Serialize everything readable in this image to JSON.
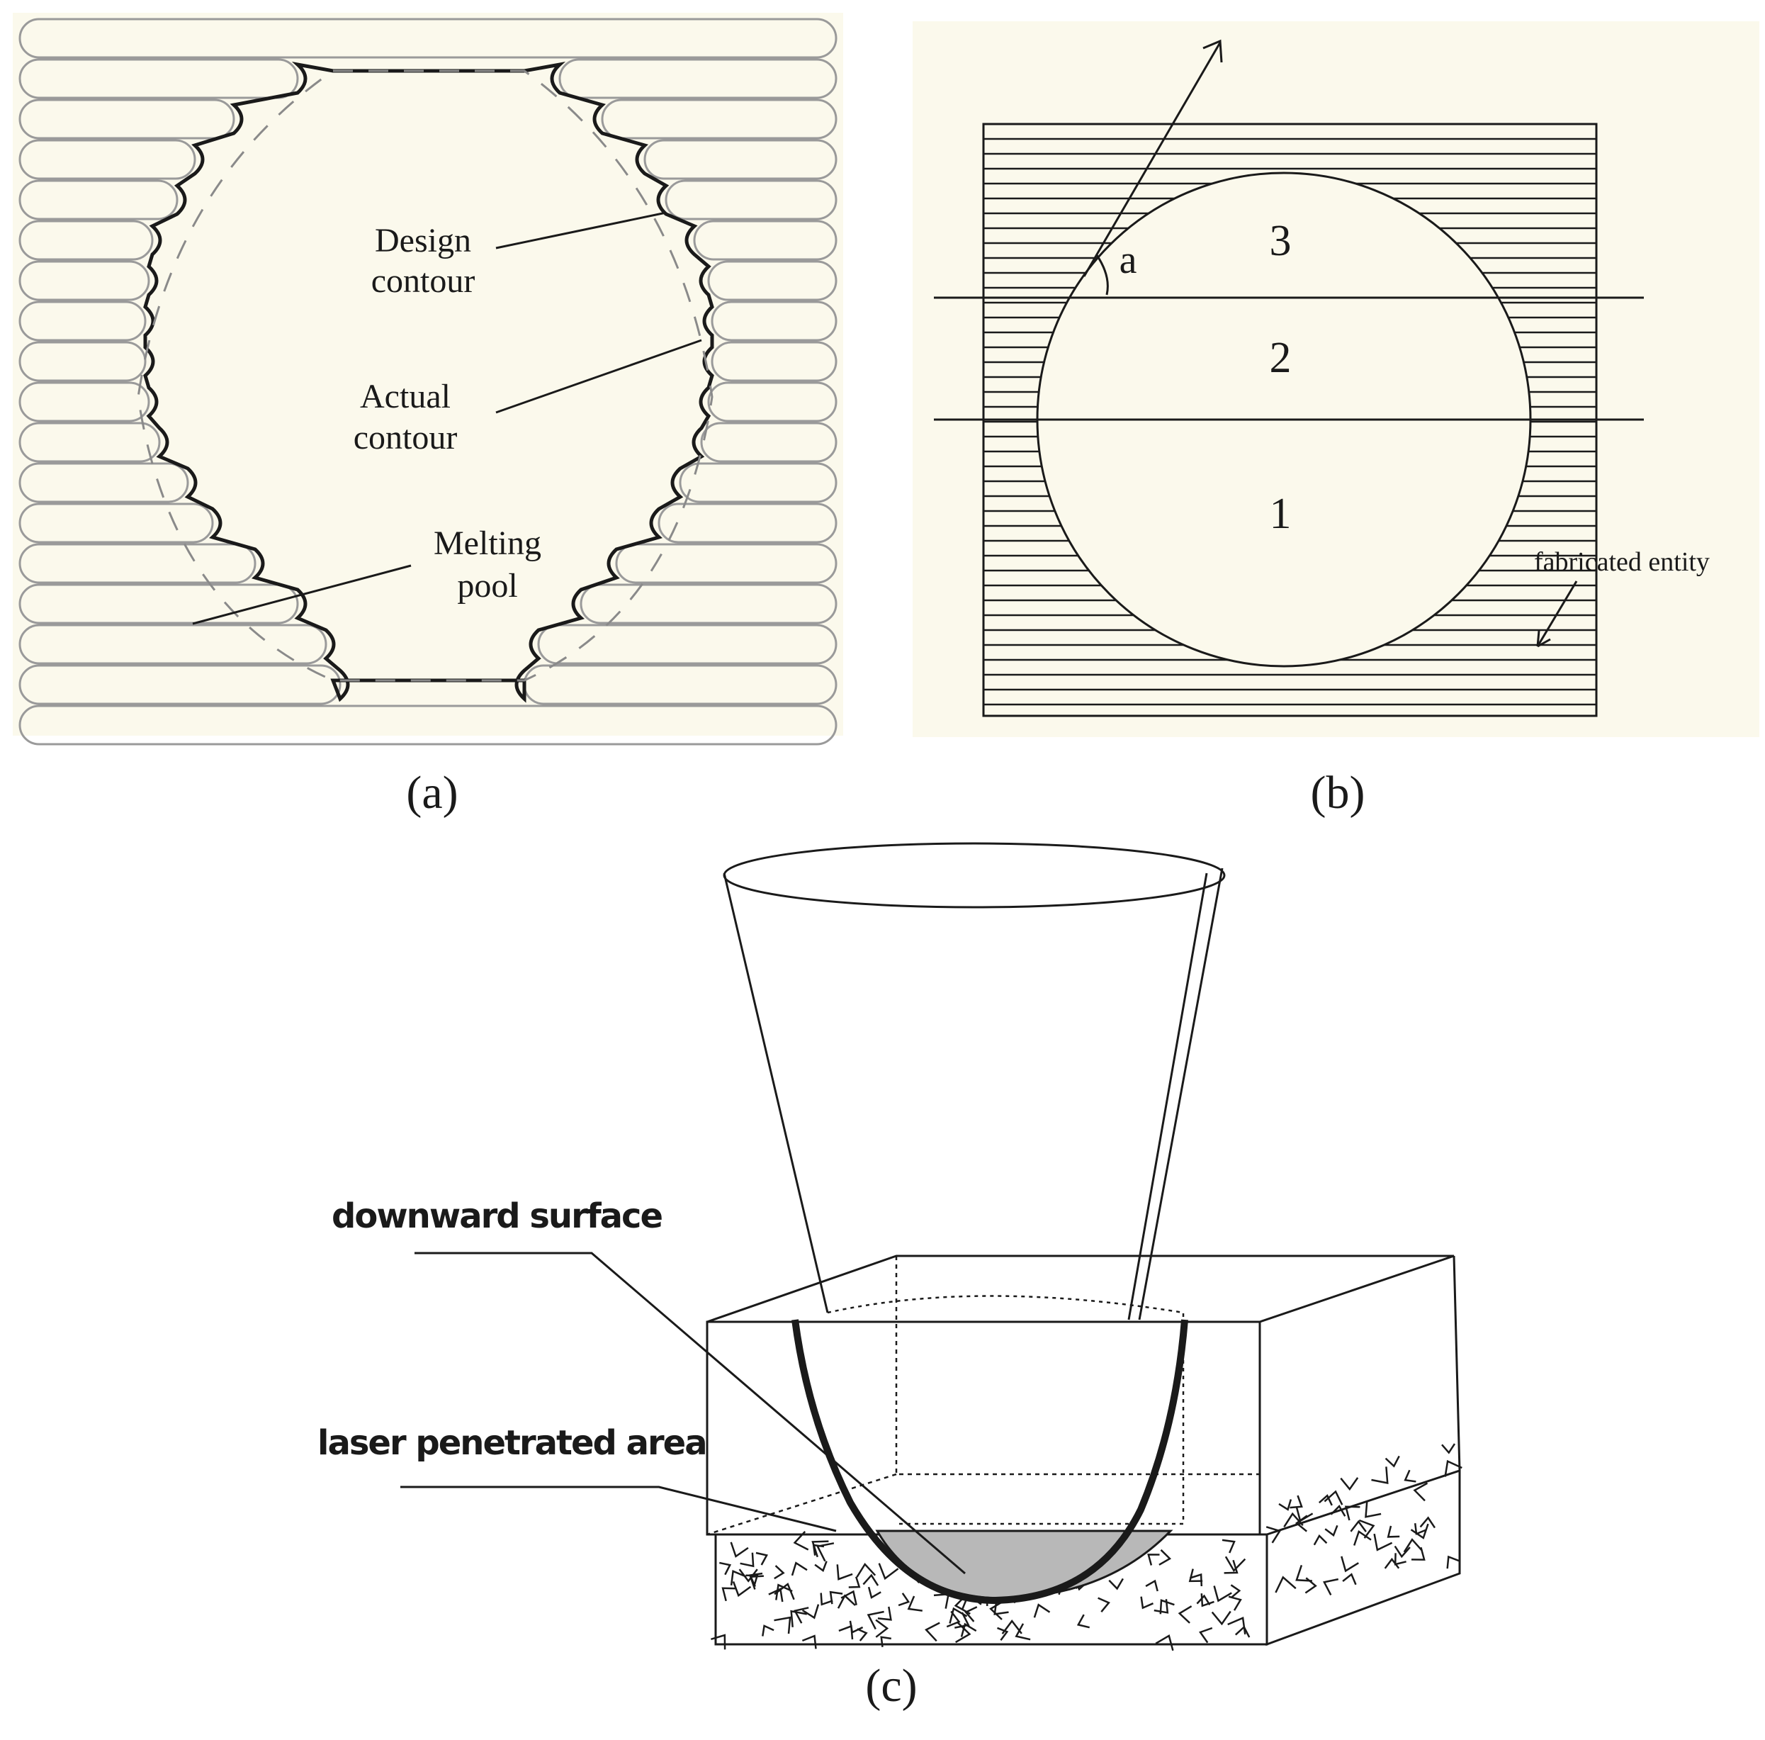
{
  "panel_a": {
    "caption": "(a)",
    "labels": {
      "design_1": "Design",
      "design_2": "contour",
      "actual_1": "Actual",
      "actual_2": "contour",
      "melting_1": "Melting",
      "melting_2": "pool"
    }
  },
  "panel_b": {
    "caption": "(b)",
    "angle_label": "a",
    "regions": [
      "3",
      "2",
      "1"
    ],
    "entity_label": "fabricated entity"
  },
  "panel_c": {
    "caption": "(c)",
    "downward_surface": "downward surface",
    "laser_area": "laser penetrated area"
  },
  "colors": {
    "background": "#fbf9ec",
    "line": "#1a1a1a",
    "track": "#9a9a9a",
    "penetrated": "#b8b8b8"
  }
}
